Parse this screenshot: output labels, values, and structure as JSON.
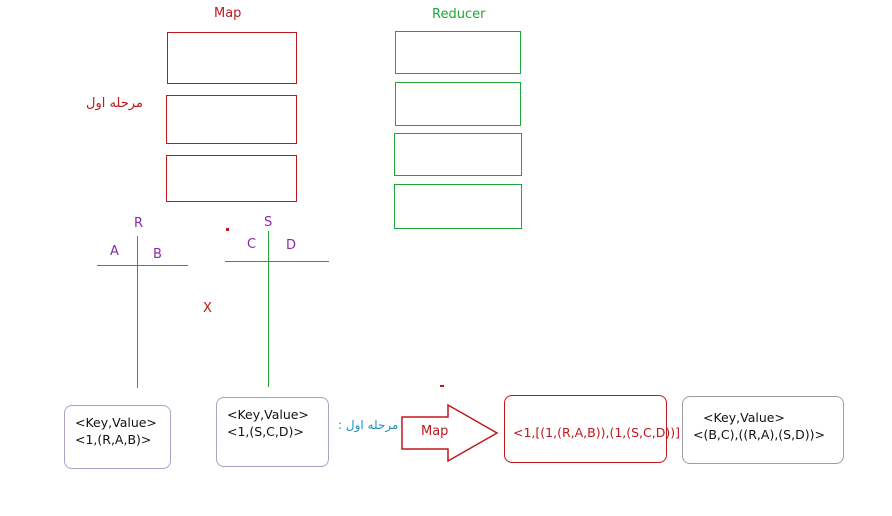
{
  "map_label": "Map",
  "reducer_label": "Reducer",
  "stage_label": "مرحله اول",
  "table_r": {
    "name": "R",
    "col1": "A",
    "col2": "B"
  },
  "table_s": {
    "name": "S",
    "col1": "C",
    "col2": "D"
  },
  "cross_symbol": "X",
  "stage_label_colon": "مرحله اول :",
  "arrow_label": "Map",
  "card_r": {
    "line1": "<Key,Value>",
    "line2": "<1,(R,A,B)>"
  },
  "card_s": {
    "line1": "<Key,Value>",
    "line2": "<1,(S,C,D)>"
  },
  "card_merged": {
    "line1": "<1,[(1,(R,A,B)),(1,(S,C,D))]"
  },
  "card_output": {
    "line1": "<Key,Value>",
    "line2": "<(B,C),((R,A),(S,D))>"
  },
  "colors": {
    "map": "#c0171c",
    "reducer": "#1ea63a",
    "table_label": "#8a2aa8",
    "stage_colon": "#1b8fc2"
  }
}
